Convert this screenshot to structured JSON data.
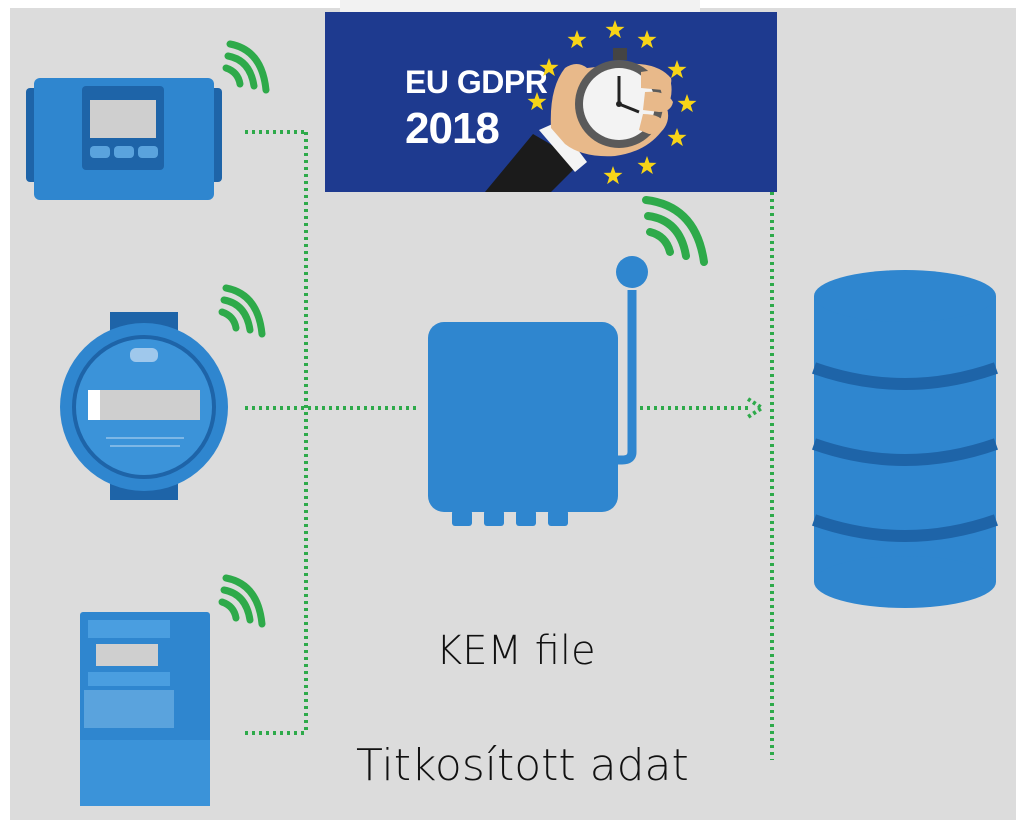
{
  "banner": {
    "line1": "EU GDPR",
    "line2": "2018"
  },
  "captions": {
    "kem_file": "KEM file",
    "encrypted_data": "Titkosított adat"
  },
  "colors": {
    "background": "#dcdcdc",
    "device_blue": "#2f86cf",
    "device_dark_blue": "#1e64a8",
    "dotted_line_green": "#2eaa4a",
    "wifi_green": "#2eaa4a",
    "banner_blue": "#1e3a8f",
    "star_yellow": "#f7d417"
  },
  "icons": [
    "heat-meter-icon",
    "water-meter-icon",
    "electricity-meter-icon",
    "gateway-icon",
    "database-icon",
    "wifi-icon",
    "stopwatch-icon",
    "star-icon"
  ]
}
